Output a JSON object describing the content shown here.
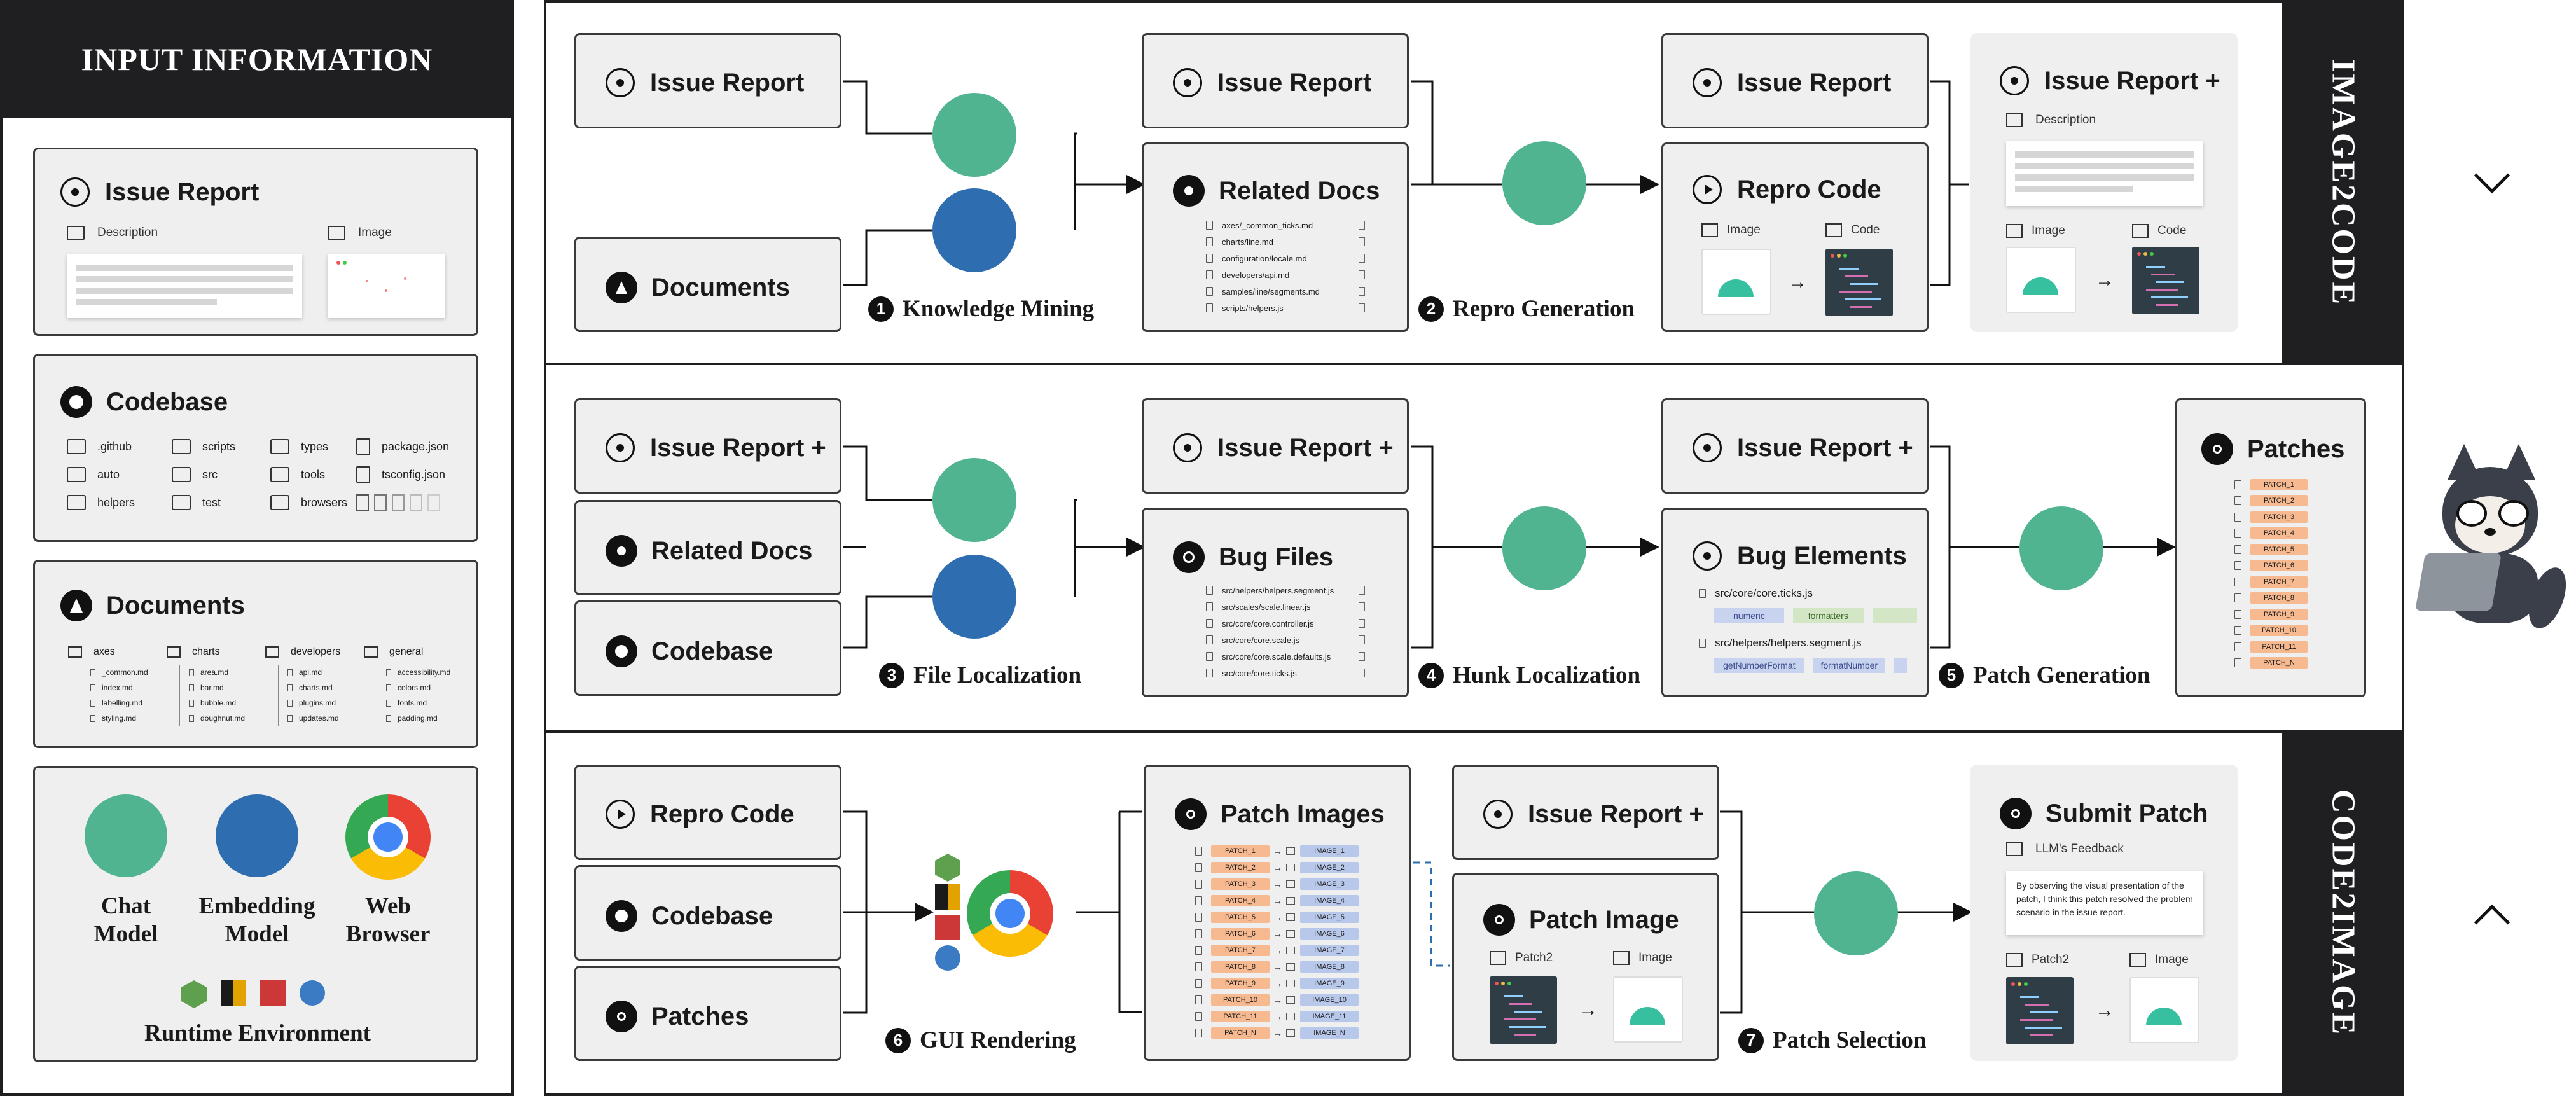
{
  "input_panel": {
    "title": "INPUT INFORMATION",
    "issue_report": {
      "title": "Issue Report",
      "description_label": "Description",
      "image_label": "Image"
    },
    "codebase": {
      "title": "Codebase",
      "items": [
        ".github",
        "scripts",
        "types",
        "package.json",
        "auto",
        "src",
        "tools",
        "tsconfig.json",
        "helpers",
        "test",
        "browsers",
        ""
      ]
    },
    "documents": {
      "title": "Documents",
      "groups": [
        {
          "name": "axes",
          "files": [
            "_common.md",
            "index.md",
            "labelling.md",
            "styling.md"
          ]
        },
        {
          "name": "charts",
          "files": [
            "area.md",
            "bar.md",
            "bubble.md",
            "doughnut.md"
          ]
        },
        {
          "name": "developers",
          "files": [
            "api.md",
            "charts.md",
            "plugins.md",
            "updates.md"
          ]
        },
        {
          "name": "general",
          "files": [
            "accessibility.md",
            "colors.md",
            "fonts.md",
            "padding.md"
          ]
        }
      ]
    },
    "tools": {
      "chat": "Chat\nModel",
      "embedding": "Embedding\nModel",
      "browser": "Web\nBrowser",
      "runtime": "Runtime Environment"
    }
  },
  "tabs": {
    "image2code": "IMAGE2CODE",
    "code2image": "CODE2IMAGE"
  },
  "row1": {
    "issue_report": "Issue Report",
    "documents": "Documents",
    "step1": "Knowledge Mining",
    "step1_num": "1",
    "issue_report2": "Issue Report",
    "related_docs": "Related Docs",
    "related_doc_files": [
      "axes/_common_ticks.md",
      "charts/line.md",
      "configuration/locale.md",
      "developers/api.md",
      "samples/line/segments.md",
      "scripts/helpers.js"
    ],
    "step2": "Repro Generation",
    "step2_num": "2",
    "issue_report3": "Issue Report",
    "repro_code": "Repro Code",
    "image_label": "Image",
    "code_label": "Code",
    "issue_report_plus": "Issue Report +",
    "description_label": "Description",
    "image_label2": "Image",
    "code_label2": "Code"
  },
  "row2": {
    "issue_report_plus": "Issue Report +",
    "related_docs": "Related Docs",
    "codebase": "Codebase",
    "step3": "File Localization",
    "step3_num": "3",
    "issue_report_plus2": "Issue Report +",
    "bug_files": "Bug Files",
    "bug_file_list": [
      "src/helpers/helpers.segment.js",
      "src/scales/scale.linear.js",
      "src/core/core.controller.js",
      "src/core/core.scale.js",
      "src/core/core.scale.defaults.js",
      "src/core/core.ticks.js"
    ],
    "step4": "Hunk Localization",
    "step4_num": "4",
    "issue_report_plus3": "Issue Report +",
    "bug_elements": "Bug Elements",
    "elem_file1": "src/core/core.ticks.js",
    "elem_tags1": [
      "numeric",
      "formatters"
    ],
    "elem_file2": "src/helpers/helpers.segment.js",
    "elem_tags2": [
      "getNumberFormat",
      "formatNumber"
    ],
    "step5": "Patch Generation",
    "step5_num": "5",
    "patches": "Patches",
    "patch_list": [
      "PATCH_1",
      "PATCH_2",
      "PATCH_3",
      "PATCH_4",
      "PATCH_5",
      "PATCH_6",
      "PATCH_7",
      "PATCH_8",
      "PATCH_9",
      "PATCH_10",
      "PATCH_11",
      "PATCH_N"
    ]
  },
  "row3": {
    "repro_code": "Repro Code",
    "codebase": "Codebase",
    "patches": "Patches",
    "step6": "GUI Rendering",
    "step6_num": "6",
    "patch_images": "Patch Images",
    "patch_list": [
      "PATCH_1",
      "PATCH_2",
      "PATCH_3",
      "PATCH_4",
      "PATCH_5",
      "PATCH_6",
      "PATCH_7",
      "PATCH_8",
      "PATCH_9",
      "PATCH_10",
      "PATCH_11",
      "PATCH_N"
    ],
    "image_list": [
      "IMAGE_1",
      "IMAGE_2",
      "IMAGE_3",
      "IMAGE_4",
      "IMAGE_5",
      "IMAGE_6",
      "IMAGE_7",
      "IMAGE_8",
      "IMAGE_9",
      "IMAGE_10",
      "IMAGE_11",
      "IMAGE_N"
    ],
    "issue_report_plus": "Issue Report +",
    "patch_image": "Patch Image",
    "patch2_label": "Patch2",
    "image_label": "Image",
    "step7": "Patch Selection",
    "step7_num": "7",
    "submit_patch": "Submit Patch",
    "feedback_label": "LLM's Feedback",
    "feedback_text": "By observing the visual presentation of the patch, I think this patch resolved the problem scenario in the issue report.",
    "patch2_label2": "Patch2",
    "image_label2": "Image"
  },
  "colors": {
    "dark": "#1f1f22",
    "green": "#4fb48f",
    "blue": "#2e6db0",
    "patch": "#f6b990",
    "image": "#b8c8eb"
  }
}
